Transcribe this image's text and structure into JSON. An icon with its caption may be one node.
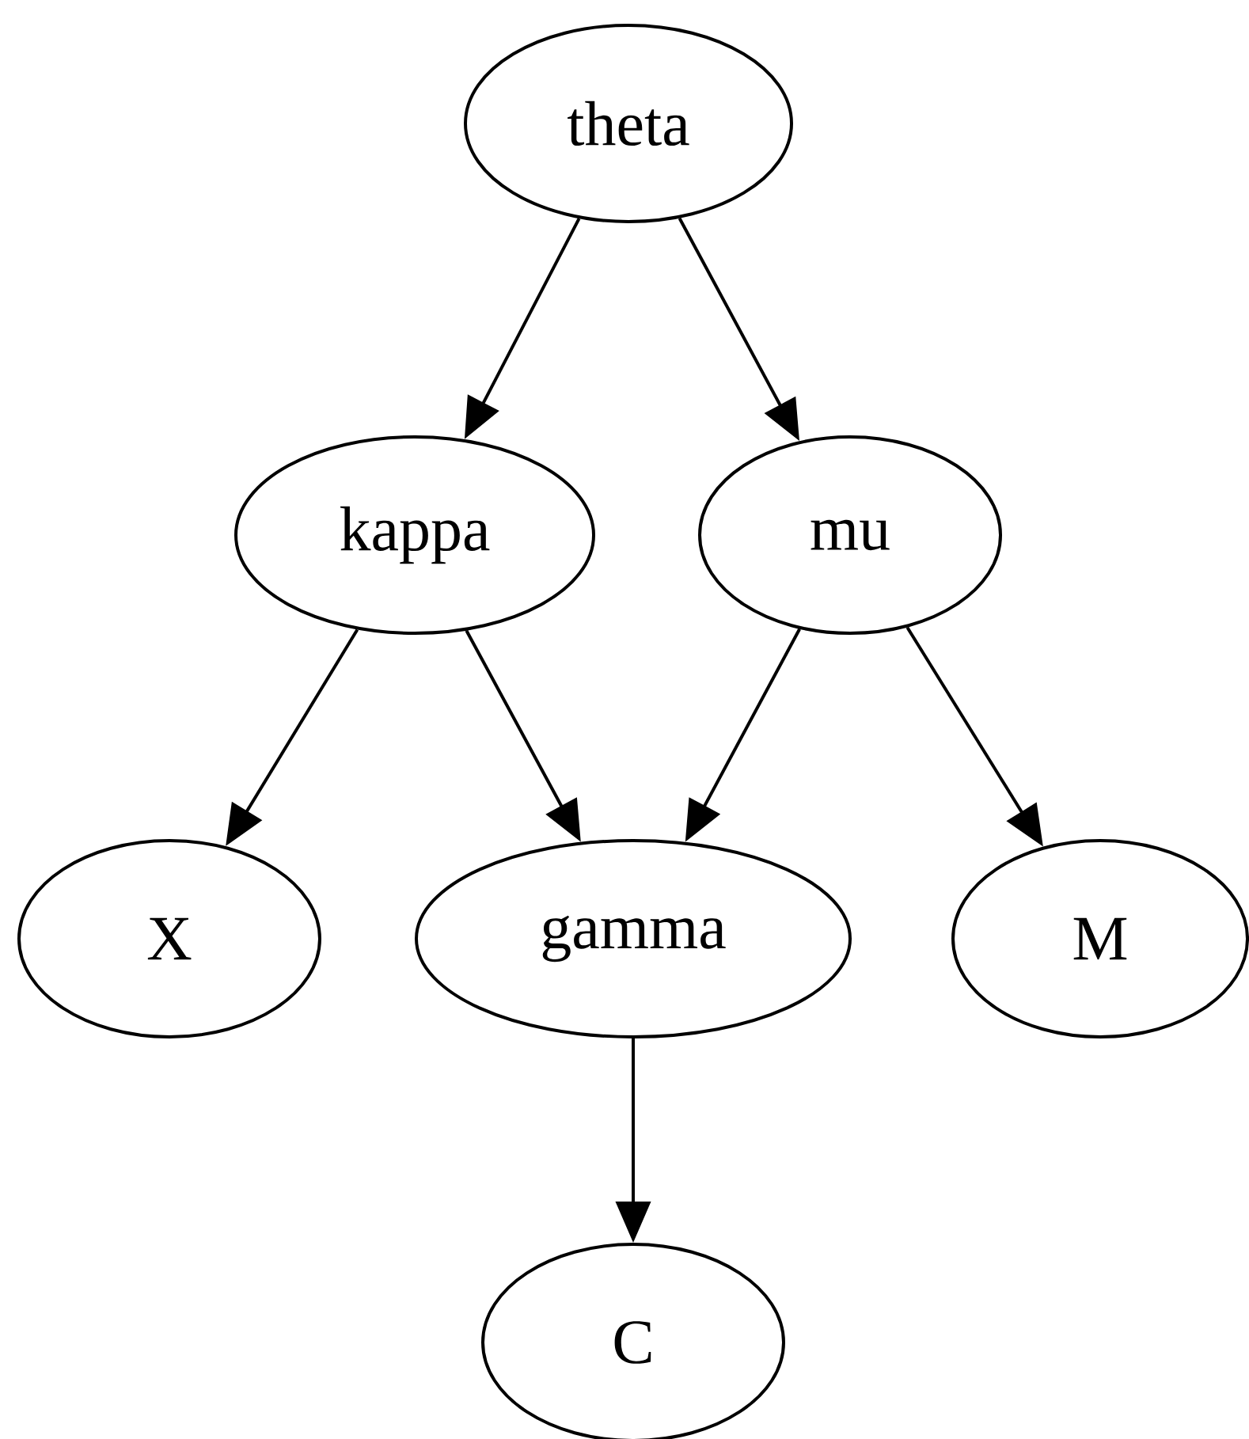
{
  "diagram": {
    "nodes": [
      {
        "text": [
          "theta"
        ]
      },
      {
        "text": [
          "kappa"
        ]
      },
      {
        "text": [
          "mu"
        ]
      },
      {
        "text": [
          "X"
        ]
      },
      {
        "text": [
          "gamma"
        ]
      },
      {
        "text": [
          "M"
        ]
      },
      {
        "text": [
          "C"
        ]
      }
    ],
    "edges": [
      {
        "from": 0,
        "to": 1,
        "arrow": "to"
      },
      {
        "from": 0,
        "to": 2,
        "arrow": "to"
      },
      {
        "from": 1,
        "to": 3,
        "arrow": "to"
      },
      {
        "from": 1,
        "to": 4,
        "arrow": "to"
      },
      {
        "from": 2,
        "to": 4,
        "arrow": "to"
      },
      {
        "from": 2,
        "to": 5,
        "arrow": "to"
      },
      {
        "from": 4,
        "to": 6,
        "arrow": "to"
      }
    ]
  }
}
